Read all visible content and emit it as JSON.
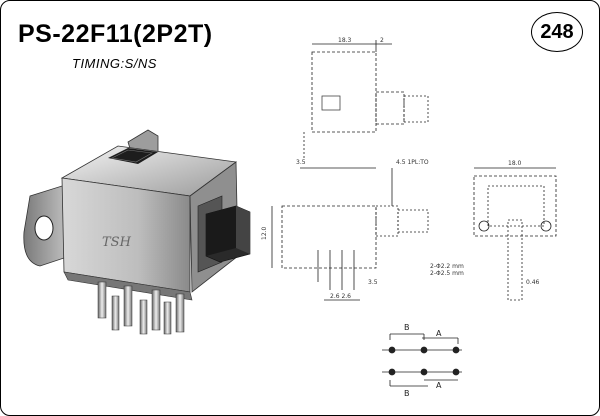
{
  "header": {
    "part_number": "PS-22F11(2P2T)",
    "timing": "TIMING:S/NS",
    "page_number": "248"
  },
  "product_photo": {
    "brand_marking": "TSH"
  },
  "schematic": {
    "label_b": "B",
    "label_a_top": "A",
    "label_a_bottom": "A",
    "label_b_bottom": "B"
  }
}
